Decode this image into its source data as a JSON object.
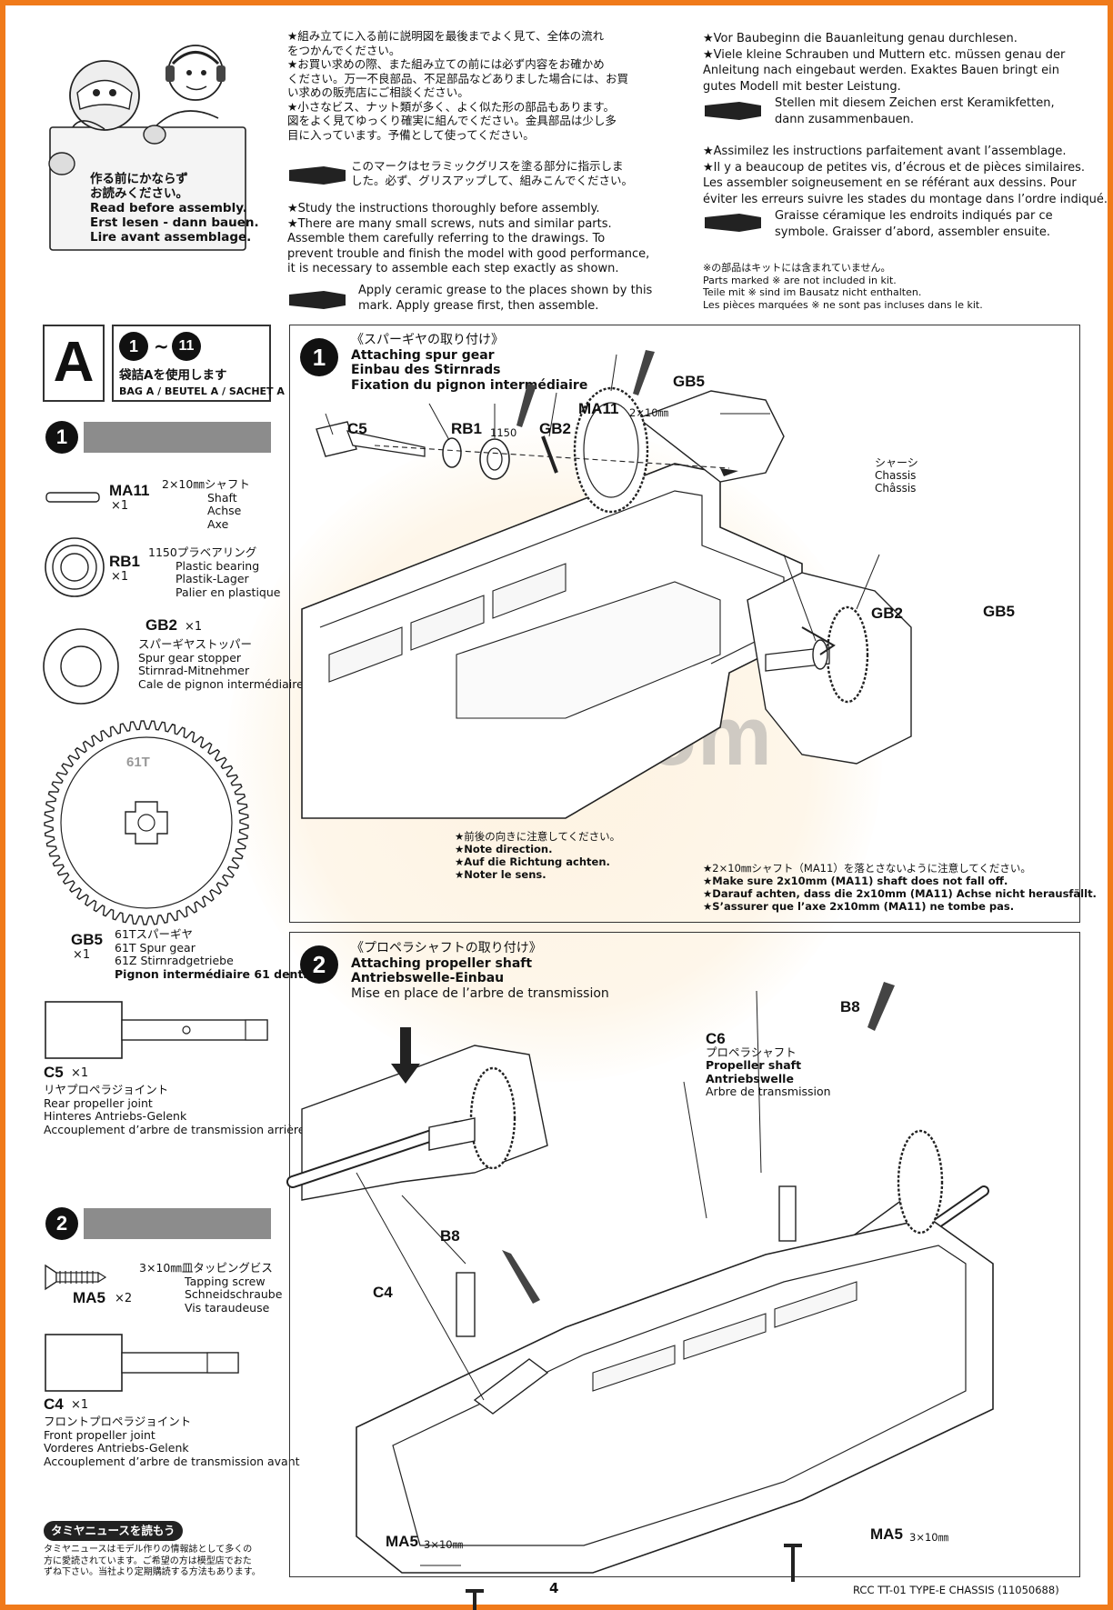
{
  "header": {
    "mascot_text": [
      "作る前にかならず",
      "お読みください。",
      "Read before assembly.",
      "Erst lesen - dann bauen.",
      "Lire avant assemblage."
    ],
    "jp_notes": [
      "★組み立てに入る前に説明図を最後までよく見て、全体の流れ",
      "をつかんでください。",
      "★お買い求めの際、また組み立ての前には必ず内容をお確かめ",
      "ください。万一不良部品、不足部品などありました場合には、お買",
      "い求めの販売店にご相談ください。",
      "★小さなビス、ナット類が多く、よく似た形の部品もあります。",
      "図をよく見てゆっくり確実に組んでください。金具部品は少し多",
      "目に入っています。予備として使ってください。"
    ],
    "jp_grease": [
      "このマークはセラミックグリスを塗る部分に指示しま",
      "した。必ず、グリスアップして、組みこんでください。"
    ],
    "en_notes": [
      "★Study the instructions thoroughly before assembly.",
      "★There are many small screws, nuts and similar parts.",
      "Assemble them carefully referring to the drawings. To",
      "prevent trouble and finish the model with good performance,",
      "it is necessary to assemble each step exactly as shown."
    ],
    "en_grease": [
      "Apply ceramic grease to the places shown by this",
      "mark.  Apply grease first, then assemble."
    ],
    "de_notes": [
      "★Vor Baubeginn die Bauanleitung genau durchlesen.",
      "★Viele kleine Schrauben und Muttern etc. müssen genau der",
      "Anleitung nach eingebaut werden. Exaktes Bauen bringt ein",
      "gutes Modell mit bester Leistung."
    ],
    "de_grease": [
      "Stellen mit diesem Zeichen erst Keramikfetten,",
      "dann zusammenbauen."
    ],
    "fr_notes": [
      "★Assimilez les instructions parfaitement avant  l’assemblage.",
      "★Il y a beaucoup de petites vis, d’écrous et de pièces similaires.",
      "Les assembler soigneusement en se référant aux dessins. Pour",
      "éviter les erreurs suivre les stades du montage dans l’ordre indiqué."
    ],
    "fr_grease": [
      "Graisse céramique les endroits indiqués par ce",
      "symbole. Graisser d’abord, assembler ensuite."
    ],
    "not_included": [
      "※の部品はキットには含まれていません。",
      "Parts marked ※ are not included in kit.",
      "Teile mit ※ sind im Bausatz nicht enthalten.",
      "Les pièces marquées ※ ne sont pas incluses dans le kit."
    ]
  },
  "bag": {
    "letter": "A",
    "range_from": "1",
    "range_sep": "~",
    "range_to": "11",
    "jp": "袋詰Aを使用します",
    "multi": "BAG A / BEUTEL A / SACHET A"
  },
  "parts_step1": {
    "step": "1",
    "items": [
      {
        "code": "MA11",
        "qty": "×1",
        "desc": [
          "2×10㎜シャフト",
          "Shaft",
          "Achse",
          "Axe"
        ]
      },
      {
        "code": "RB1",
        "qty": "×1",
        "desc": [
          "1150プラベアリング",
          "Plastic bearing",
          "Plastik-Lager",
          "Palier en plastique"
        ]
      },
      {
        "code": "GB2",
        "qty": "×1",
        "desc": [
          "スパーギヤストッパー",
          "Spur gear stopper",
          "Stirnrad-Mitnehmer",
          "Cale de pignon intermédiaire"
        ]
      },
      {
        "code": "GB5",
        "qty": "×1",
        "gear_label": "61T",
        "desc": [
          "61Tスパーギヤ",
          "61T Spur gear",
          "61Z Stirnradgetriebe",
          "Pignon intermédiaire 61 dents"
        ]
      },
      {
        "code": "C5",
        "qty": "×1",
        "desc": [
          "リヤプロペラジョイント",
          "Rear propeller joint",
          "Hinteres Antriebs-Gelenk",
          "Accouplement d’arbre de transmission arrière"
        ]
      }
    ]
  },
  "parts_step2": {
    "step": "2",
    "items": [
      {
        "code": "MA5",
        "qty": "×2",
        "desc": [
          "3×10㎜皿タッピングビス",
          "Tapping screw",
          "Schneidschraube",
          "Vis taraudeuse"
        ]
      },
      {
        "code": "C4",
        "qty": "×1",
        "desc": [
          "フロントプロペラジョイント",
          "Front propeller joint",
          "Vorderes Antriebs-Gelenk",
          "Accouplement d’arbre de transmission avant"
        ]
      }
    ]
  },
  "step1": {
    "num": "1",
    "title": [
      "《スパーギヤの取り付け》",
      "Attaching spur gear",
      "Einbau des Stirnrads",
      "Fixation du pignon intermédiaire"
    ],
    "labels": {
      "c5": "C5",
      "rb1": "RB1",
      "rb1_size": "1150",
      "gb2": "GB2",
      "ma11": "MA11",
      "ma11_size": "2×10㎜",
      "gb5": "GB5",
      "gb2_b": "GB2",
      "gb5_b": "GB5"
    },
    "chassis": [
      "シャーシ",
      "Chassis",
      "Châssis"
    ],
    "direction": [
      "★前後の向きに注意してください。",
      "★Note direction.",
      "★Auf die Richtung achten.",
      "★Noter le sens."
    ],
    "shaft_note": [
      "★2×10㎜シャフト（MA11）を落とさないように注意してください。",
      "★Make sure 2x10mm (MA11) shaft does not fall off.",
      "★Darauf achten, dass die 2x10mm (MA11) Achse nicht herausfällt.",
      "★S’assurer que l’axe 2x10mm (MA11) ne tombe pas."
    ]
  },
  "step2": {
    "num": "2",
    "title": [
      "《プロペラシャフトの取り付け》",
      "Attaching propeller shaft",
      "Antriebswelle-Einbau",
      "Mise en place de l’arbre de transmission"
    ],
    "c6": [
      "C6",
      "プロペラシャフト",
      "Propeller shaft",
      "Antriebswelle",
      "Arbre de transmission"
    ],
    "labels": {
      "b8_a": "B8",
      "b8_b": "B8",
      "c4": "C4",
      "ma5_a": "MA5",
      "ma5_a_size": "3×10㎜",
      "ma5_b": "MA5",
      "ma5_b_size": "3×10㎜"
    }
  },
  "news": {
    "badge": "タミヤニュースを読もう",
    "text": [
      "タミヤニュースはモデル作りの情報誌として多くの",
      "方に愛読されています。ご希望の方は模型店でおた",
      "ずね下さい。当社より定期購読する方法もあります。"
    ]
  },
  "watermark": {
    "text": "rcmag.com"
  },
  "footer": {
    "page": "4",
    "title": "RCC TT-01 TYPE-E CHASSIS (11050688)"
  },
  "colors": {
    "frame": "#f07a1a",
    "bar": "#8c8c8c"
  }
}
